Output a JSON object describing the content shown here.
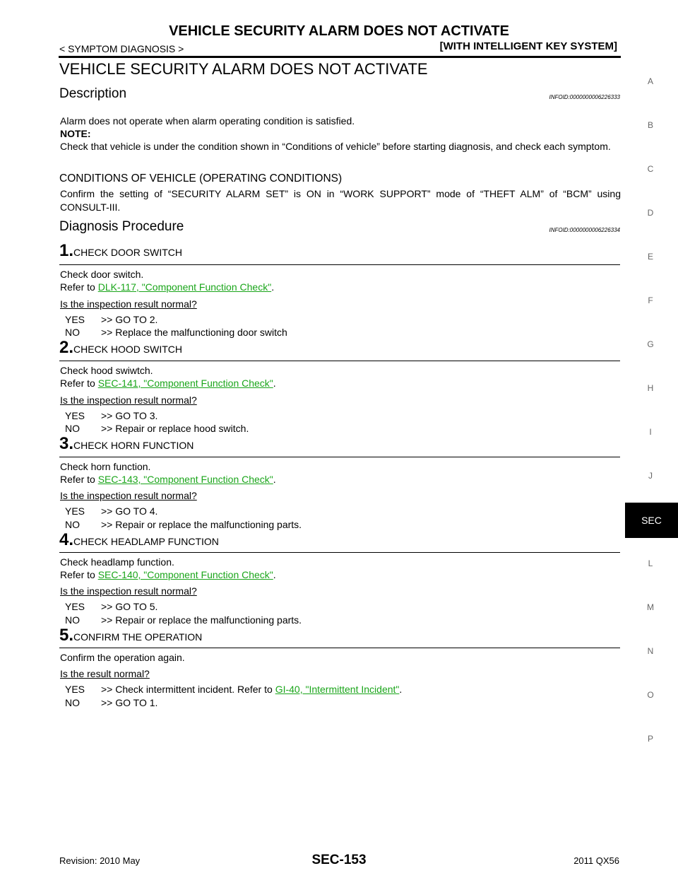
{
  "header": {
    "title": "VEHICLE SECURITY ALARM DOES NOT ACTIVATE",
    "breadcrumb": "< SYMPTOM DIAGNOSIS >",
    "system": "[WITH INTELLIGENT KEY SYSTEM]"
  },
  "page_title": "VEHICLE SECURITY ALARM DOES NOT ACTIVATE",
  "description": {
    "heading": "Description",
    "infoid": "INFOID:0000000006226333",
    "text": "Alarm does not operate when alarm operating condition is satisfied.",
    "note_label": "NOTE:",
    "note_text": "Check that vehicle is under the condition shown in “Conditions of vehicle” before starting diagnosis, and check each symptom.",
    "conditions_heading": "CONDITIONS OF VEHICLE (OPERATING CONDITIONS)",
    "conditions_text": "Confirm the setting of “SECURITY ALARM SET” is ON in “WORK SUPPORT” mode of “THEFT ALM” of “BCM” using CONSULT-III."
  },
  "procedure": {
    "heading": "Diagnosis Procedure",
    "infoid": "INFOID:0000000006226334",
    "steps": [
      {
        "num": "1.",
        "title": "CHECK DOOR SWITCH",
        "line1": "Check door switch.",
        "refer": "Refer to ",
        "link": "DLK-117, \"Component Function Check\"",
        "after": ".",
        "question": "Is the inspection result normal?",
        "yes_key": "YES",
        "yes_text": ">> GO TO 2.",
        "no_key": "NO",
        "no_text": ">> Replace the malfunctioning door switch"
      },
      {
        "num": "2.",
        "title": "CHECK HOOD SWITCH",
        "line1": "Check hood swiwtch.",
        "refer": "Refer to ",
        "link": "SEC-141, \"Component Function Check\"",
        "after": ".",
        "question": "Is the inspection result normal?",
        "yes_key": "YES",
        "yes_text": ">> GO TO 3.",
        "no_key": "NO",
        "no_text": ">> Repair or replace hood switch."
      },
      {
        "num": "3.",
        "title": "CHECK HORN FUNCTION",
        "line1": "Check horn function.",
        "refer": "Refer to ",
        "link": "SEC-143, \"Component Function Check\"",
        "after": ".",
        "question": "Is the inspection result normal?",
        "yes_key": "YES",
        "yes_text": ">> GO TO 4.",
        "no_key": "NO",
        "no_text": ">> Repair or replace the malfunctioning parts."
      },
      {
        "num": "4.",
        "title": "CHECK HEADLAMP FUNCTION",
        "line1": "Check headlamp function.",
        "refer": "Refer to ",
        "link": "SEC-140, \"Component Function Check\"",
        "after": ".",
        "question": "Is the inspection result normal?",
        "yes_key": "YES",
        "yes_text": ">> GO TO 5.",
        "no_key": "NO",
        "no_text": ">> Repair or replace the malfunctioning parts."
      },
      {
        "num": "5.",
        "title": "CONFIRM THE OPERATION",
        "line1": "Confirm the operation again.",
        "question": "Is the result normal?",
        "yes_key": "YES",
        "yes_text": ">> Check intermittent incident. Refer to ",
        "yes_link": "GI-40, \"Intermittent Incident\"",
        "yes_after": ".",
        "no_key": "NO",
        "no_text": ">> GO TO 1."
      }
    ]
  },
  "side_tabs": [
    "A",
    "B",
    "C",
    "D",
    "E",
    "F",
    "G",
    "H",
    "I",
    "J",
    "SEC",
    "L",
    "M",
    "N",
    "O",
    "P"
  ],
  "footer": {
    "revision": "Revision: 2010 May",
    "page": "SEC-153",
    "model": "2011 QX56"
  },
  "colors": {
    "link": "#1aa51a",
    "active_tab_bg": "#000000",
    "tab_letter": "#666666"
  }
}
